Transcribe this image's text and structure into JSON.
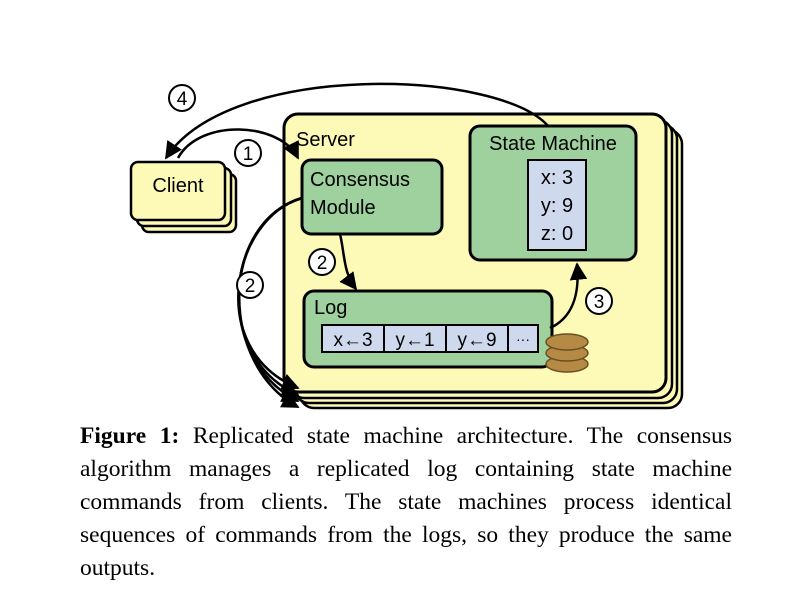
{
  "diagram": {
    "server_label": "Server",
    "client_label": "Client",
    "consensus_label_line1": "Consensus",
    "consensus_label_line2": "Module",
    "state_machine_label": "State Machine",
    "state_values": [
      "x: 3",
      "y: 9",
      "z: 0"
    ],
    "log_label": "Log",
    "log_entries": [
      "x←3",
      "y←1",
      "y←9",
      "···"
    ],
    "step_markers": {
      "step1": "1",
      "step2a": "2",
      "step2b": "2",
      "step3": "3",
      "step4": "4"
    },
    "colors": {
      "server_fill": "#fdfab8",
      "module_fill": "#9ed19e",
      "value_fill": "#cfd9ee",
      "disk_fill": "#b58a45"
    }
  },
  "caption": {
    "label": "Figure 1:",
    "text": " Replicated state machine architecture. The con­sensus algorithm manages a replicated log containing state machine commands from clients. The state machines process identical sequences of commands from the logs, so they pro­duce the same outputs."
  }
}
